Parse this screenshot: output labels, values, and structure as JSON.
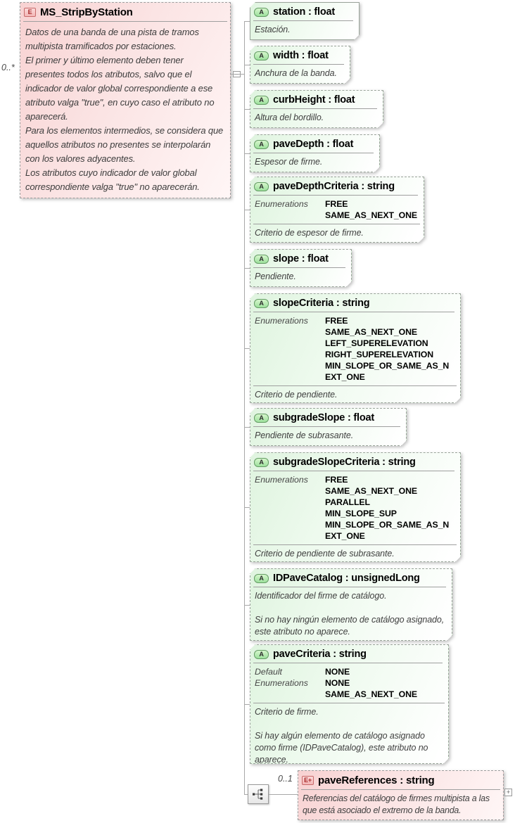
{
  "diagram": {
    "icons": {
      "element": "E",
      "child_element": "E+",
      "attribute": "A",
      "collapse": "–",
      "expand": "+"
    },
    "colors": {
      "attribute_fill": "#dff4df",
      "element_fill": "#f8d2d2",
      "border_gray": "#9d9d9d",
      "attribute_icon_fill": "#9ce09c",
      "element_icon_fill": "#f3b6b6",
      "description_text": "#404040"
    },
    "root_element": {
      "icon_label": "E",
      "name": "MS_StripByStation",
      "multiplicity": "0..*",
      "description_paragraphs": [
        "Datos de una banda de una pista de tramos multipista tramificados por estaciones.",
        "El primer y último elemento deben tener presentes todos los atributos, salvo que el indicador de valor global correspondiente a ese atributo valga \"true\", en cuyo caso el atributo no aparecerá.",
        "Para los elementos intermedios, se considera que aquellos atributos no presentes se interpolarán con los valores adyacentes.",
        "Los atributos cuyo indicador de valor global correspondiente valga \"true\" no aparecerán."
      ]
    },
    "attributes": [
      {
        "name": "station",
        "type": "float",
        "title": "station : float",
        "description": "Estación.",
        "rows": []
      },
      {
        "name": "width",
        "type": "float",
        "title": "width : float",
        "description": "Anchura de la banda.",
        "rows": []
      },
      {
        "name": "curbHeight",
        "type": "float",
        "title": "curbHeight : float",
        "description": "Altura del bordillo.",
        "rows": []
      },
      {
        "name": "paveDepth",
        "type": "float",
        "title": "paveDepth : float",
        "description": "Espesor de firme.",
        "rows": []
      },
      {
        "name": "paveDepthCriteria",
        "type": "string",
        "title": "paveDepthCriteria : string",
        "description": "Criterio de espesor de firme.",
        "rows": [
          {
            "label": "Enumerations",
            "values": [
              "FREE",
              "SAME_AS_NEXT_ONE"
            ]
          }
        ]
      },
      {
        "name": "slope",
        "type": "float",
        "title": "slope : float",
        "description": "Pendiente.",
        "rows": []
      },
      {
        "name": "slopeCriteria",
        "type": "string",
        "title": "slopeCriteria : string",
        "description": "Criterio de pendiente.",
        "rows": [
          {
            "label": "Enumerations",
            "values": [
              "FREE",
              "SAME_AS_NEXT_ONE",
              "LEFT_SUPERELEVATION",
              "RIGHT_SUPERELEVATION",
              "MIN_SLOPE_OR_SAME_AS_NEXT_ONE"
            ]
          }
        ]
      },
      {
        "name": "subgradeSlope",
        "type": "float",
        "title": "subgradeSlope : float",
        "description": "Pendiente de subrasante.",
        "rows": []
      },
      {
        "name": "subgradeSlopeCriteria",
        "type": "string",
        "title": "subgradeSlopeCriteria : string",
        "description": "Criterio de pendiente de subrasante.",
        "rows": [
          {
            "label": "Enumerations",
            "values": [
              "FREE",
              "SAME_AS_NEXT_ONE",
              "PARALLEL",
              "MIN_SLOPE_SUP",
              "MIN_SLOPE_OR_SAME_AS_NEXT_ONE"
            ]
          }
        ]
      },
      {
        "name": "IDPaveCatalog",
        "type": "unsignedLong",
        "title": "IDPaveCatalog : unsignedLong",
        "description": "Identificador del firme de catálogo.\n\nSi no hay ningún elemento de catálogo asignado, este atributo no aparece.",
        "rows": []
      },
      {
        "name": "paveCriteria",
        "type": "string",
        "title": "paveCriteria : string",
        "description": "Criterio de firme.\n\nSi hay algún elemento de catálogo asignado como firme (IDPaveCatalog), este atributo no aparece.",
        "rows": [
          {
            "label": "Default",
            "values": [
              "NONE"
            ]
          },
          {
            "label": "Enumerations",
            "values": [
              "NONE",
              "SAME_AS_NEXT_ONE"
            ]
          }
        ]
      }
    ],
    "child_element": {
      "icon_label": "E+",
      "name": "paveReferences",
      "type": "string",
      "title": "paveReferences : string",
      "multiplicity": "0..1",
      "description": "Referencias del catálogo de firmes multipista a las que está asociado el extremo de la banda."
    }
  }
}
